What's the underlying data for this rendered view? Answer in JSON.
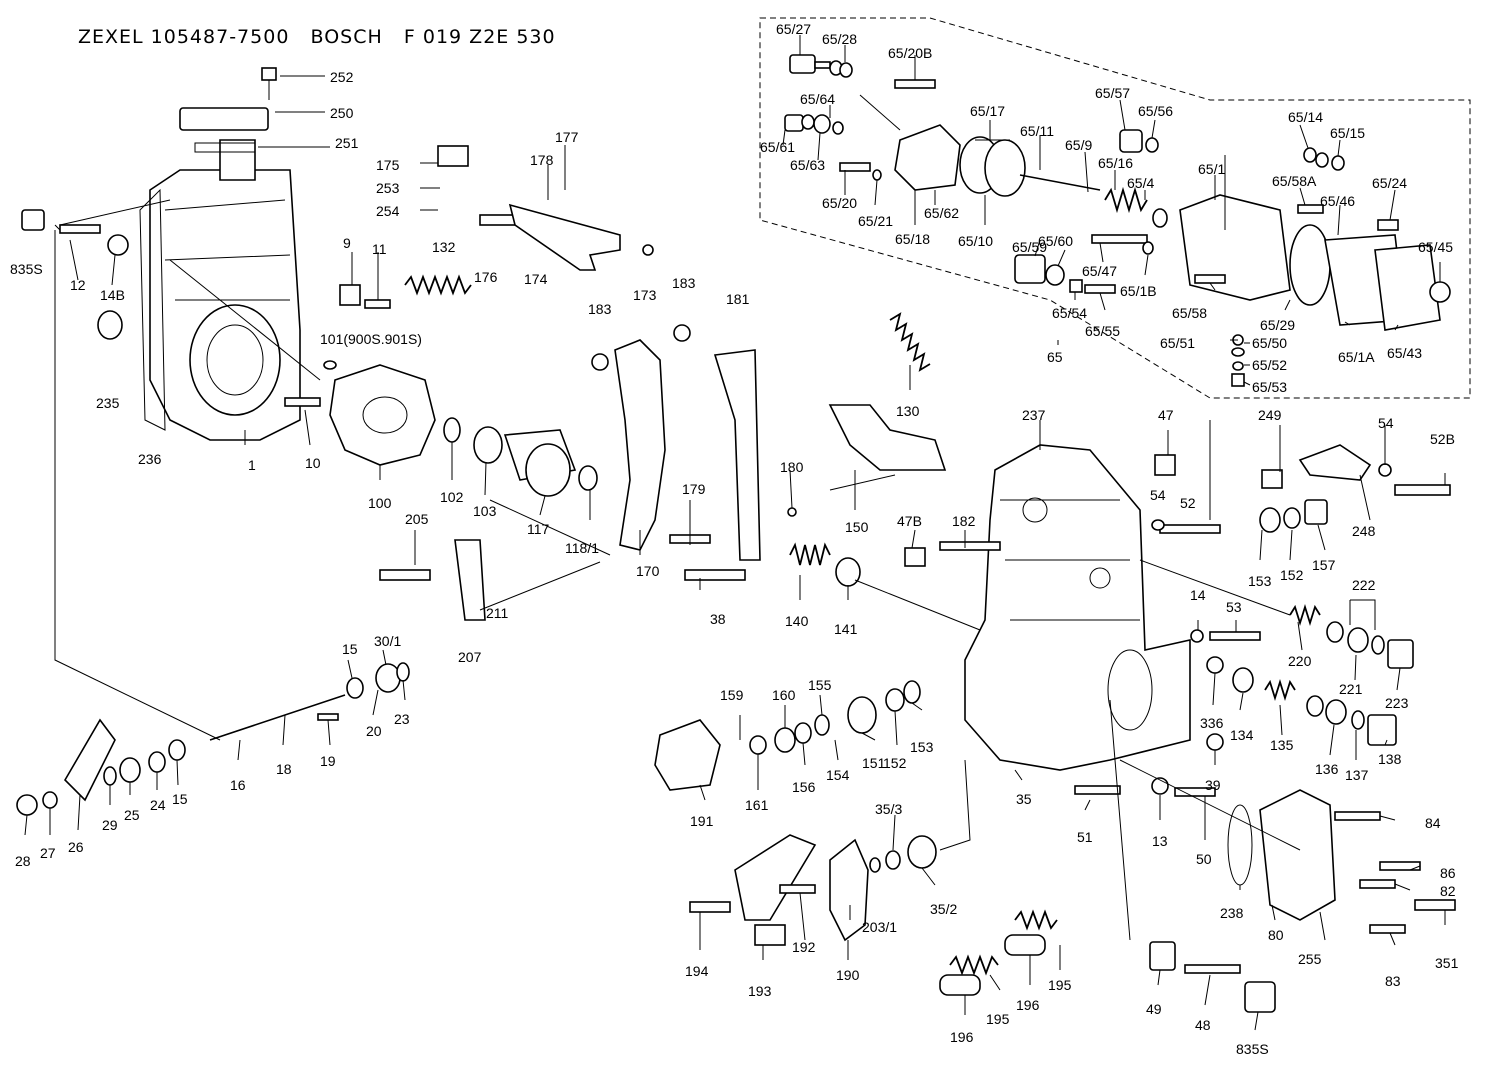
{
  "title": "ZEXEL 105487-7500   BOSCH   F 019 Z2E 530",
  "labels": [
    "252",
    "250",
    "251",
    "175",
    "253",
    "254",
    "177",
    "178",
    "9",
    "11",
    "132",
    "176",
    "174",
    "173",
    "183",
    "183",
    "181",
    "835S",
    "12",
    "14B",
    "235",
    "101(900S.901S)",
    "236",
    "1",
    "10",
    "100",
    "102",
    "103",
    "117",
    "118/1",
    "170",
    "179",
    "180",
    "205",
    "211",
    "207",
    "38",
    "140",
    "141",
    "130",
    "150",
    "237",
    "47",
    "249",
    "54",
    "52B",
    "54",
    "52",
    "248",
    "47B",
    "182",
    "153",
    "152",
    "157",
    "222",
    "14",
    "53",
    "220",
    "221",
    "223",
    "159",
    "160",
    "155",
    "191",
    "161",
    "156",
    "154",
    "151",
    "152",
    "153",
    "336",
    "134",
    "135",
    "136",
    "137",
    "138",
    "39",
    "15",
    "30/1",
    "20",
    "23",
    "19",
    "16",
    "18",
    "15",
    "24",
    "25",
    "29",
    "26",
    "27",
    "28",
    "35",
    "51",
    "13",
    "50",
    "84",
    "86",
    "82",
    "238",
    "80",
    "255",
    "351",
    "83",
    "35/3",
    "35/2",
    "194",
    "192",
    "203/1",
    "193",
    "190",
    "195",
    "196",
    "195",
    "196",
    "49",
    "48",
    "835S",
    "65/27",
    "65/28",
    "65/20B",
    "65/64",
    "65/61",
    "65/63",
    "65/17",
    "65/11",
    "65/57",
    "65/56",
    "65/14",
    "65/15",
    "65/9",
    "65/16",
    "65/4",
    "65/1",
    "65/58A",
    "65/24",
    "65/20",
    "65/21",
    "65/62",
    "65/18",
    "65/10",
    "65/46",
    "65/45",
    "65/59",
    "65/60",
    "65/47",
    "65/1B",
    "65/54",
    "65/55",
    "65/58",
    "65/29",
    "65/1A",
    "65/43",
    "65/51",
    "65/50",
    "65/52",
    "65/53",
    "65"
  ]
}
